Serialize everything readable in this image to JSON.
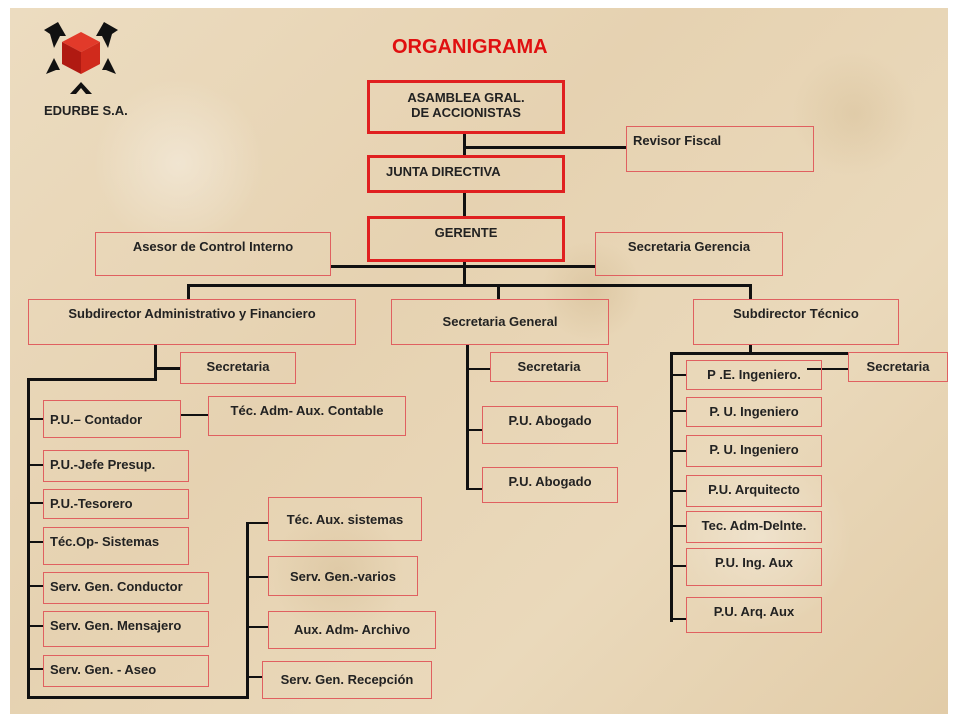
{
  "title": "ORGANIGRAMA",
  "company": "EDURBE S.A.",
  "nodes": {
    "asamblea": "ASAMBLEA GRAL.\nDE ACCIONISTAS",
    "revisor": "Revisor Fiscal",
    "junta": "JUNTA DIRECTIVA",
    "gerente": "GERENTE",
    "asesor": "Asesor de Control Interno",
    "secretaria_gerencia": "Secretaria Gerencia",
    "subdir_admin": "Subdirector Administrativo y Financiero",
    "secretaria_general": "Secretaria General",
    "subdir_tecnico": "Subdirector Técnico",
    "admin_secretaria": "Secretaria",
    "contador": "P.U.– Contador",
    "aux_contable": "Téc. Adm- Aux. Contable",
    "jefe_presup": "P.U.-Jefe Presup.",
    "tesorero": "P.U.-Tesorero",
    "tec_op_sistemas": "Téc.Op- Sistemas",
    "conductor": "Serv. Gen. Conductor",
    "mensajero": "Serv. Gen. Mensajero",
    "aseo": "Serv. Gen. - Aseo",
    "aux_sistemas": "Téc. Aux. sistemas",
    "gen_varios": "Serv. Gen.-varios",
    "aux_archivo": "Aux. Adm- Archivo",
    "recepcion": "Serv. Gen. Recepción",
    "sg_secretaria": "Secretaria",
    "abogado_1": "P.U. Abogado",
    "abogado_2": "P.U. Abogado",
    "tec_secretaria": "Secretaria",
    "pe_ingeniero": "P .E. Ingeniero.",
    "pu_ingeniero_1": "P. U. Ingeniero",
    "pu_ingeniero_2": "P. U. Ingeniero",
    "arquitecto": "P.U. Arquitecto",
    "delinte": "Tec. Adm-Delnte.",
    "ing_aux": "P.U. Ing. Aux",
    "arq_aux": "P.U. Arq. Aux"
  },
  "colors": {
    "title": "#e01010",
    "box_border": "#e06060",
    "thick_border": "#e02020",
    "line": "#111111"
  },
  "logo_icon": "cube-with-arrows-icon"
}
